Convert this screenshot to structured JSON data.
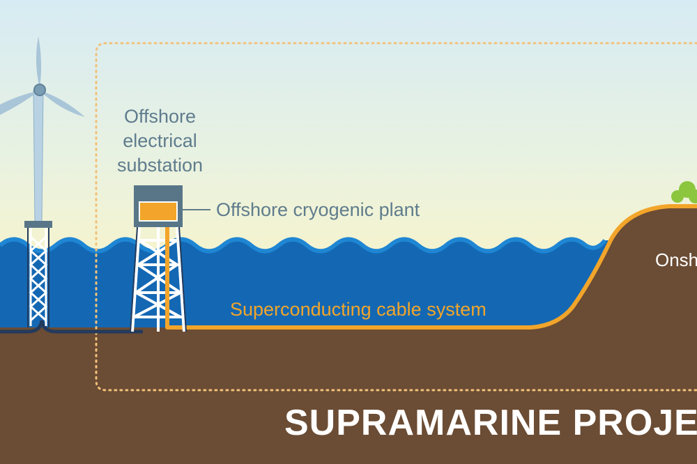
{
  "labels": {
    "substation": "Offshore electrical substation",
    "cryogenic_plant": "Offshore cryogenic plant",
    "cable_system": "Superconducting cable system",
    "onshore": "Onsh",
    "title": "SUPRAMARINE PROJEC"
  },
  "colors": {
    "sky_top": "#d7ebf4",
    "sky_bottom": "#f9f4c9",
    "sea": "#1468b3",
    "sea_wave": "#1f86d3",
    "ground": "#6b4c34",
    "cable": "#f2a52a",
    "structure": "#587688",
    "turbine": "#a9c5d8",
    "tree": "#8cc63f"
  }
}
